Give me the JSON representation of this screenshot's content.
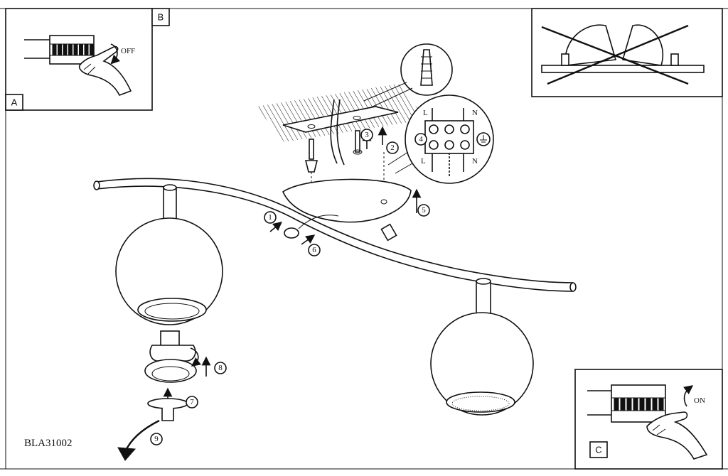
{
  "panels": {
    "a_letter": "A",
    "b_letter": "B",
    "c_letter": "C",
    "off_label": "OFF",
    "on_label": "ON"
  },
  "terminal": {
    "l_top": "L",
    "n_top": "N",
    "l_bottom": "L",
    "n_bottom": "N"
  },
  "steps": [
    "1",
    "2",
    "3",
    "4",
    "5",
    "6",
    "7",
    "8",
    "9"
  ],
  "model_code": "BLA31002",
  "colors": {
    "ink": "#111111",
    "paper": "#ffffff"
  },
  "icons": [
    "breaker-switch-icon",
    "hand-icon",
    "wall-plug-icon",
    "ground-symbol-icon",
    "screw-icon",
    "arrow-icon"
  ]
}
